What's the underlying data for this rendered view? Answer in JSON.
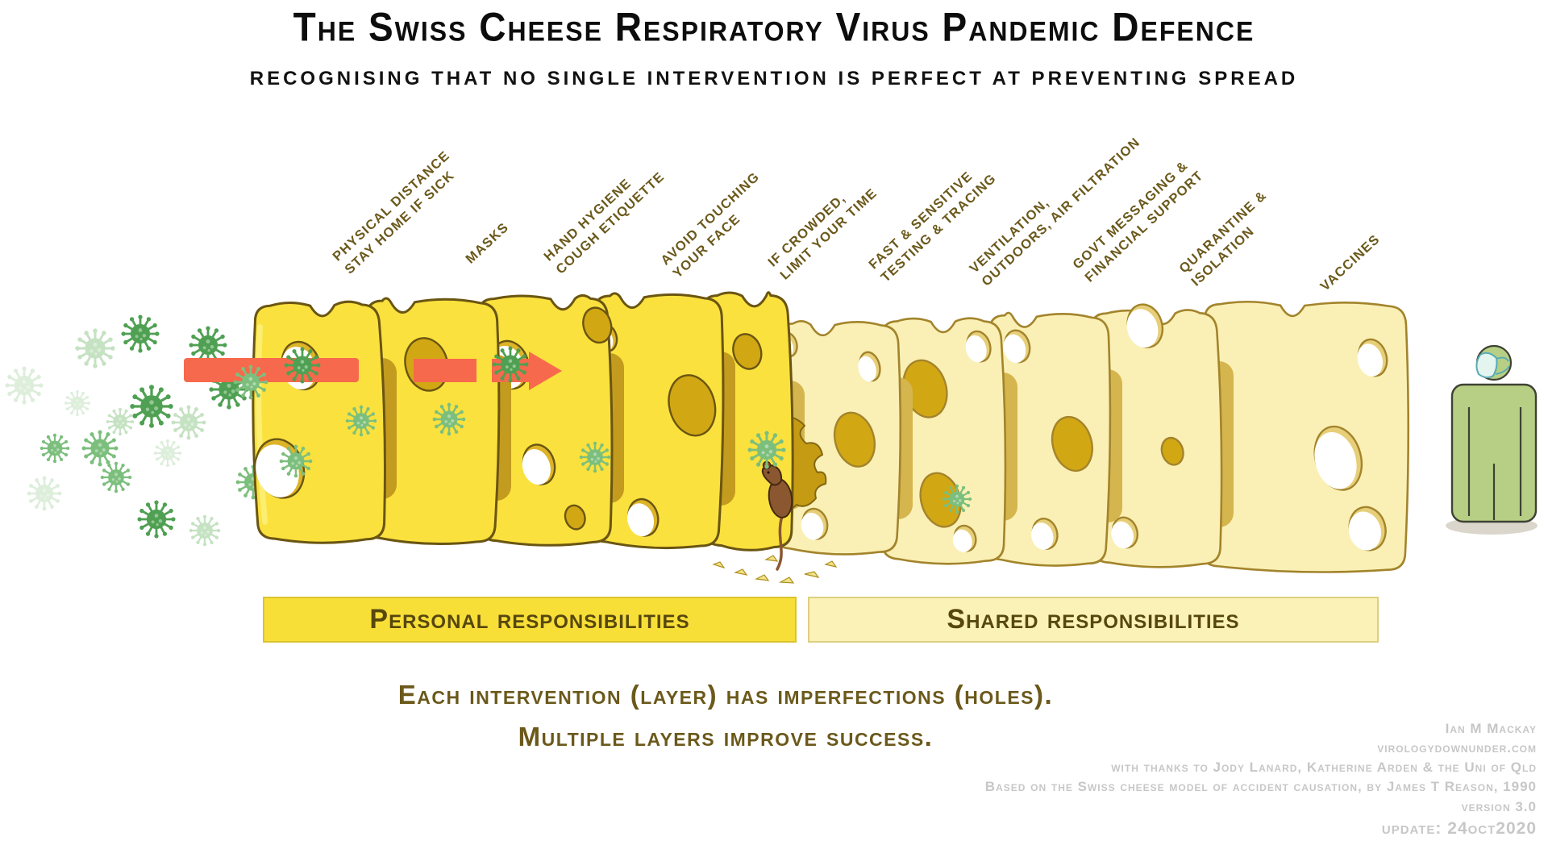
{
  "title": "The Swiss Cheese Respiratory Virus Pandemic Defence",
  "subtitle": "recognising that no single intervention is perfect at preventing spread",
  "layers": [
    {
      "id": "physical-distance",
      "line1": "PHYSICAL DISTANCE",
      "line2": "STAY HOME IF SICK"
    },
    {
      "id": "masks",
      "line1": "MASKS",
      "line2": ""
    },
    {
      "id": "hand-hygiene",
      "line1": "HAND HYGIENE",
      "line2": "COUGH ETIQUETTE"
    },
    {
      "id": "avoid-touching-face",
      "line1": "AVOID TOUCHING",
      "line2": "YOUR FACE"
    },
    {
      "id": "if-crowded",
      "line1": "IF CROWDED,",
      "line2": "LIMIT YOUR TIME"
    },
    {
      "id": "testing-tracing",
      "line1": "FAST & SENSITIVE",
      "line2": "TESTING & TRACING"
    },
    {
      "id": "ventilation",
      "line1": "VENTILATION,",
      "line2": "OUTDOORS, AIR FILTRATION"
    },
    {
      "id": "govt-support",
      "line1": "GOVT MESSAGING &",
      "line2": "FINANCIAL SUPPORT"
    },
    {
      "id": "quarantine-isolation",
      "line1": "QUARANTINE &",
      "line2": "ISOLATION"
    },
    {
      "id": "vaccines",
      "line1": "VACCINES",
      "line2": ""
    }
  ],
  "banners": {
    "personal": "Personal responsibilities",
    "shared": "Shared responsibilities"
  },
  "caption": {
    "line1": "Each intervention (layer) has imperfections (holes).",
    "line2": "Multiple layers improve success."
  },
  "credits": {
    "line1": "Ian M Mackay",
    "line2": "virologydownunder.com",
    "line3": "with thanks to Jody Lanard, Katherine Arden & the Uni of Qld",
    "line4": "Based on the Swiss cheese model of accident causation, by James T Reason, 1990",
    "line5": "version 3.0",
    "line6": "update: 24oct2020"
  },
  "colors": {
    "cheese_bright": "#FAE13E",
    "cheese_bright_outline": "#6A5512",
    "cheese_bright_edge": "#FCEE74",
    "cheese_pale": "#FAF0B5",
    "cheese_pale_outline": "#A3842C",
    "cheese_pale_edge": "#FDF6CF",
    "hole_dark": "#D2A714",
    "hole_rim_bright": "#DDB427",
    "hole_rim_pale": "#E6CF78",
    "shadow_band_bright": "#C39B1E",
    "shadow_band_pale": "#D5B54E",
    "arrow": "#F7694C",
    "virus_dark": "#4FA052",
    "virus_mid": "#7CBF7D",
    "virus_pale": "#9FD09B",
    "virus_paler": "#AFD8AA",
    "label_text": "#6B591B",
    "banner_personal_bg": "#F8DF38",
    "banner_shared_bg": "#FBF2B7",
    "banner_text": "#57470E",
    "caption_text": "#6B591B",
    "credits_text": "#C7C7C7",
    "bite_fill": "#C59B13",
    "mouse_brown": "#8A5731",
    "crumb_fill": "#F2E389",
    "person_green": "#B7CF85",
    "person_outline": "#3E4233",
    "mask_blue": "#E4F4EE",
    "mask_strap": "#57ABB5",
    "title_text": "#0D0D0D"
  }
}
